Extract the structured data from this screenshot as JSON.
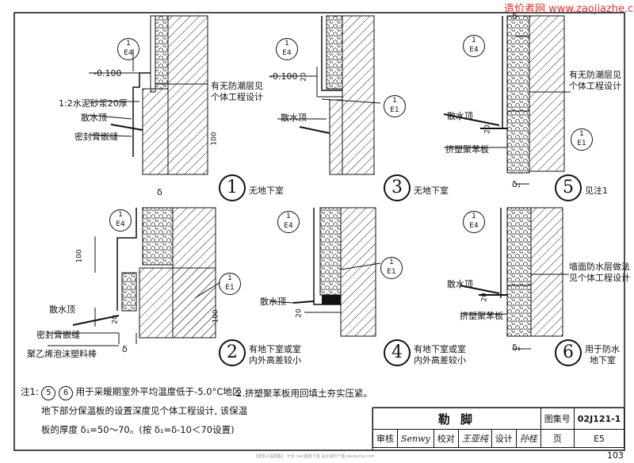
{
  "watermark": "造价者网 www.zaojiazhe.com",
  "page_number": "103",
  "footer": "【建筑工程图集】 大全  cad 图纸下载  设计资料下载  zaojiazhe.com",
  "symbols": {
    "ref_top": "1",
    "ref_e4": "E4",
    "ref_e1": "E1",
    "delta": "δ",
    "delta1": "δ₁"
  },
  "details": [
    {
      "num": "1",
      "caption": "无地下室"
    },
    {
      "num": "2",
      "caption_line1": "有地下室或室",
      "caption_line2": "内外高差较小"
    },
    {
      "num": "3",
      "caption": "无地下室"
    },
    {
      "num": "4",
      "caption_line1": "有地下室或室",
      "caption_line2": "内外高差较小"
    },
    {
      "num": "5",
      "caption": "见注1"
    },
    {
      "num": "6",
      "caption_line1": "用于防水",
      "caption_line2": "地下室"
    }
  ],
  "labels": {
    "level": "-0.100",
    "mortar": "1:2水泥砂浆20厚",
    "apron": "散水顶",
    "sealant": "密封膏嵌缝",
    "moisture_note_1": "有无防潮层见",
    "moisture_note_2": "个体工程设计",
    "xps": "挤塑聚苯板",
    "pe_rod": "聚乙烯泡沫塑料棒",
    "waterproof_1": "墙面防水层做法",
    "waterproof_2": "见个体工程设计",
    "d100": "100",
    "d20": "20"
  },
  "notes": {
    "prefix": "注1:",
    "ref5": "5",
    "ref6": "6",
    "line1": "用于采暖期室外平均温度低于-5.0°C地区",
    "line2": "地下部分保温板的设置深度见个体工程设计, 该保温",
    "line3": "板的厚度 δ₁=50～70。(按 δ₁=δ-10＜70设置)",
    "note2": "2.挤塑聚苯板用回填土夯实压紧。"
  },
  "title_block": {
    "title": "勒  脚",
    "atlas_label": "图集号",
    "atlas_no": "02J121-1",
    "review_label": "审核",
    "review_sig": "Senwy",
    "check_label": "校对",
    "check_sig": "王亚纯",
    "design_label": "设计",
    "design_sig": "孙桂",
    "page_label": "页",
    "page_no": "E5"
  }
}
